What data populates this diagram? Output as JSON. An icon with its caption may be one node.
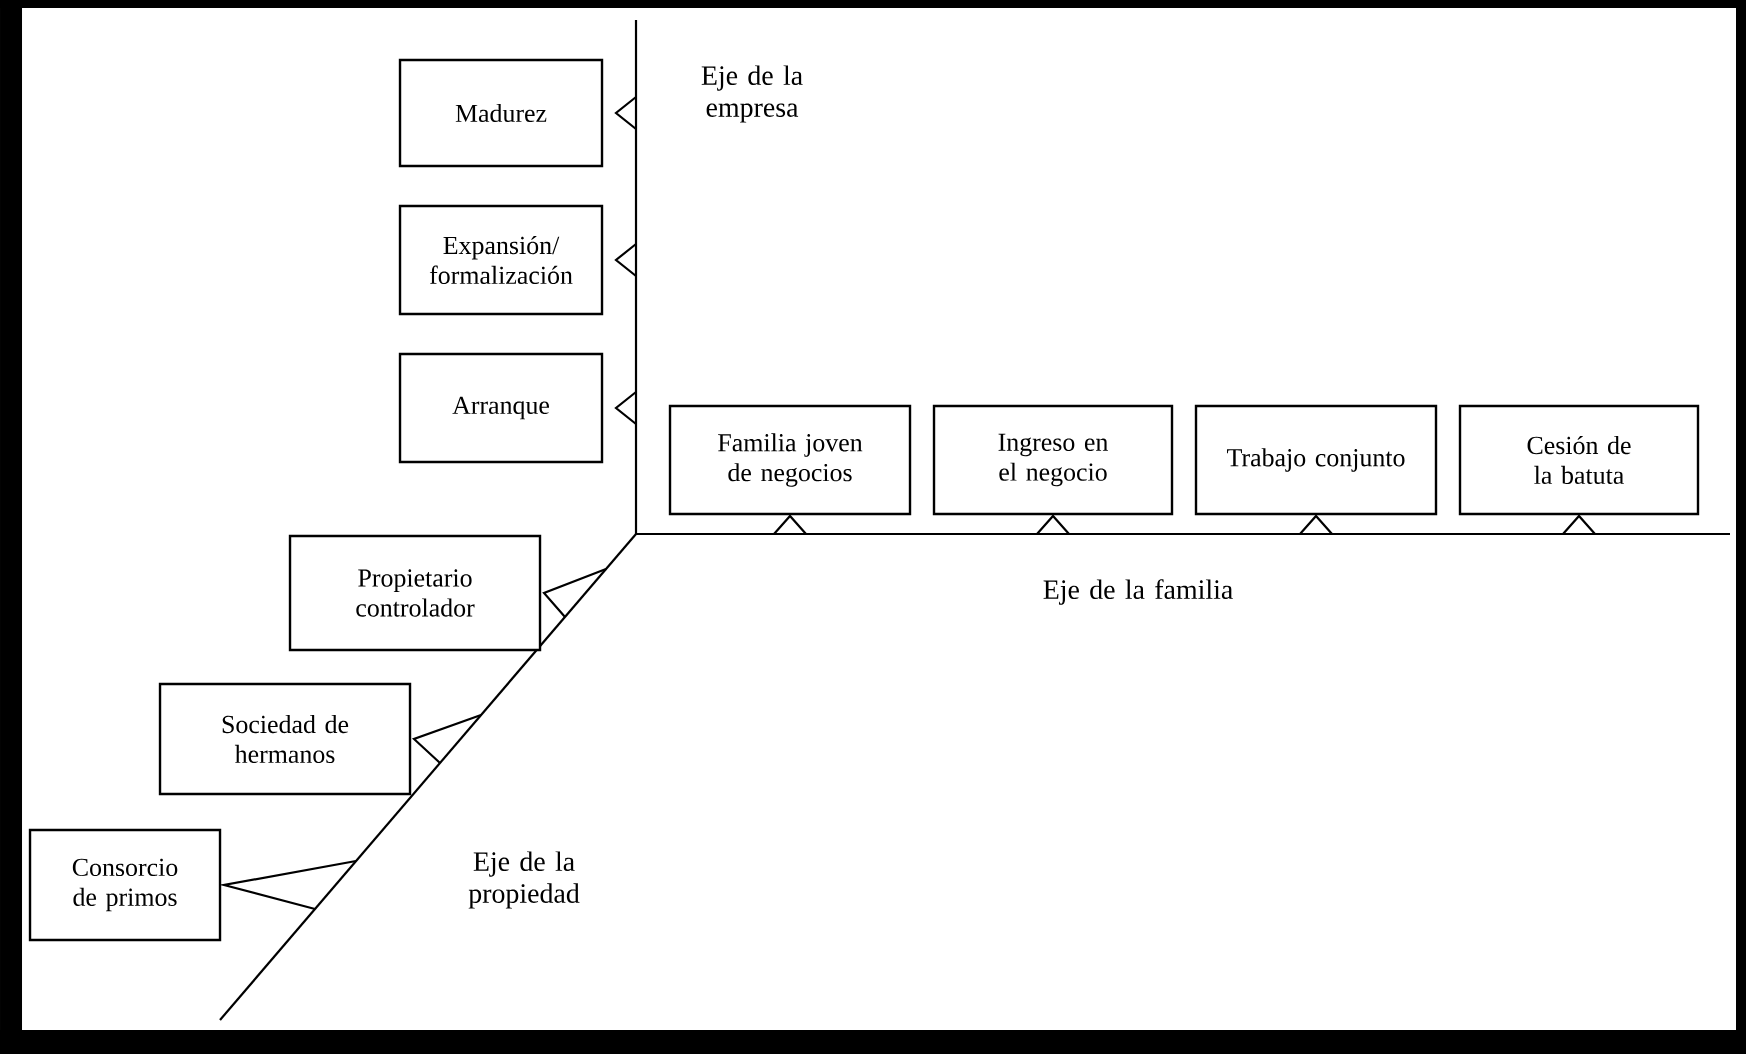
{
  "diagram": {
    "nodes": [
      {
        "text": [
          "Madurez"
        ]
      },
      {
        "text": [
          "Expansión/ formalización"
        ]
      },
      {
        "text": [
          "Arranque"
        ]
      },
      {
        "text": [
          "Familia joven de negocios"
        ]
      },
      {
        "text": [
          "Ingreso en el negocio"
        ]
      },
      {
        "text": [
          "Trabajo conjunto"
        ]
      },
      {
        "text": [
          "Cesión de la batuta"
        ]
      },
      {
        "text": [
          "Propietario controlador"
        ]
      },
      {
        "text": [
          "Sociedad de hermanos"
        ]
      },
      {
        "text": [
          "Consorcio de primos"
        ]
      }
    ],
    "labels": [
      "Eje de la empresa",
      "Eje de la familia",
      "Eje de la propiedad"
    ]
  }
}
